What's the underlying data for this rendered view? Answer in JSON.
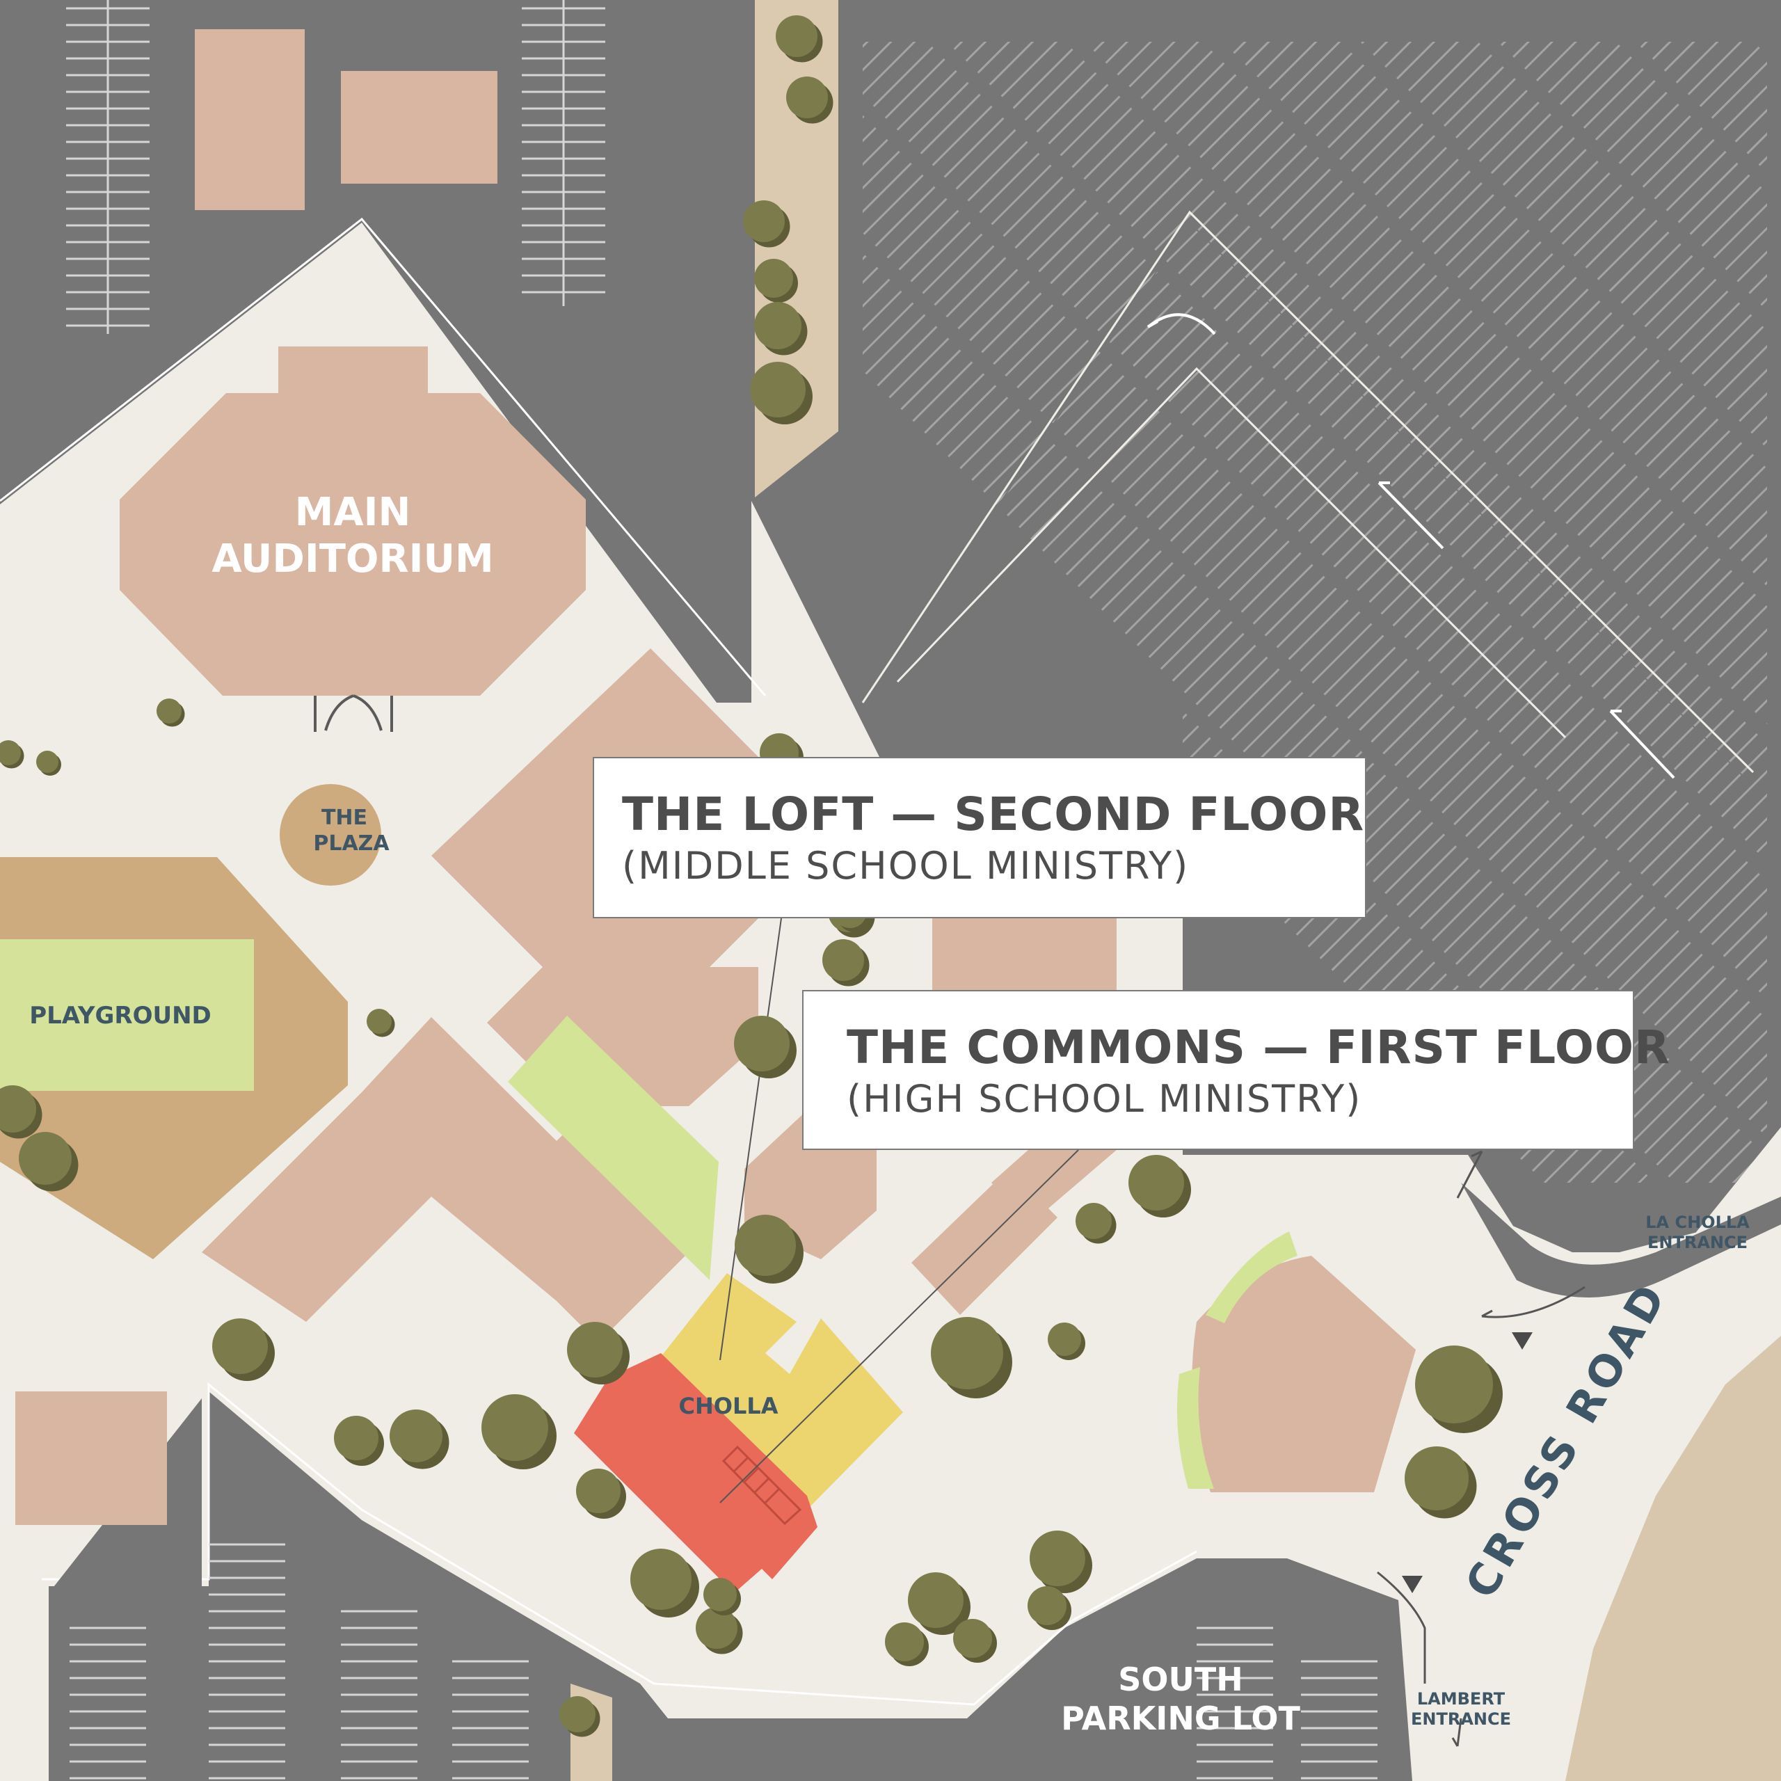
{
  "map": {
    "colors": {
      "asphalt": "#767676",
      "walkway": "#efede6",
      "building": "#d8b6a2",
      "median": "#dccab0",
      "playground_area": "#cdab7f",
      "playground": "#d5e39a",
      "lawn": "#d4e497",
      "tree": "#7c7b4b",
      "tree_shadow": "#5f5d38",
      "cholla_red": "#ea6a5a",
      "cholla_yellow": "#ecd46e",
      "label_dark": "#3f5666",
      "label_light": "#ffffff"
    },
    "labels": {
      "main_auditorium": [
        "MAIN",
        "AUDITORIUM"
      ],
      "the_plaza": [
        "THE",
        "PLAZA"
      ],
      "playground": "PLAYGROUND",
      "cholla": "CHOLLA",
      "cross_road": "CROSS ROAD",
      "la_cholla_entrance": [
        "LA CHOLLA",
        "ENTRANCE"
      ],
      "lambert_entrance": [
        "LAMBERT",
        "ENTRANCE"
      ],
      "south_parking_lot": [
        "SOUTH",
        "PARKING LOT"
      ]
    },
    "callouts": {
      "loft_title": "THE LOFT — SECOND FLOOR",
      "loft_subtitle": "(MIDDLE SCHOOL MINISTRY)",
      "commons_title": "THE COMMONS — FIRST FLOOR",
      "commons_subtitle": "(HIGH SCHOOL MINISTRY)"
    },
    "icons": [
      "tree-icon",
      "door-icon",
      "direction-arrow-icon",
      "stairs-icon"
    ]
  }
}
